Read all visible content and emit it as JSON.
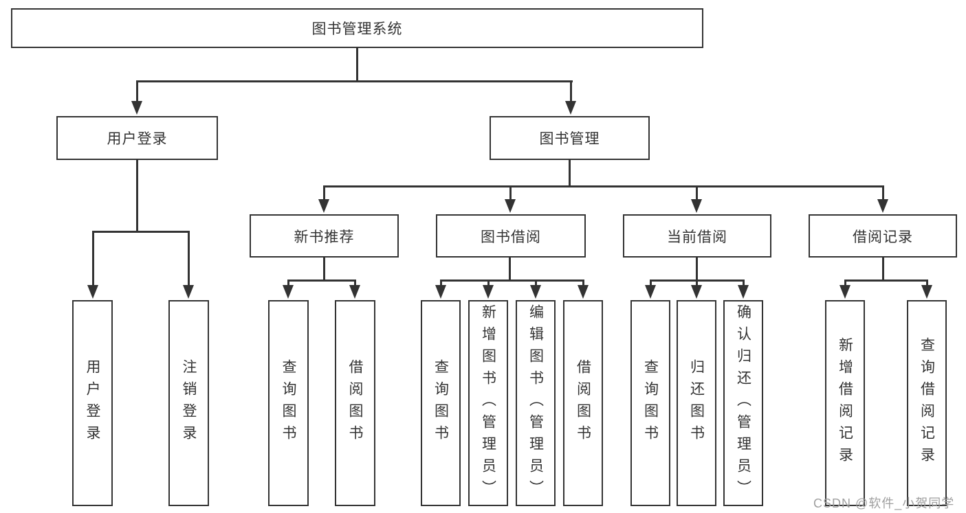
{
  "colors": {
    "line": "#333333",
    "text": "#333333",
    "box_background": "#ffffff",
    "watermark": "#9f9f9f"
  },
  "watermark": {
    "text": "CSDN @软件_小贺同学"
  },
  "diagram": {
    "type": "tree",
    "root": {
      "label": "图书管理系统"
    },
    "branches": {
      "user_login": {
        "label": "用户登录",
        "children": [
          "用户登录",
          "注销登录"
        ]
      },
      "book_mgmt": {
        "label": "图书管理",
        "children": {
          "new_book_rec": {
            "label": "新书推荐",
            "children": [
              "查询图书",
              "借阅图书"
            ]
          },
          "book_borrow": {
            "label": "图书借阅",
            "children": [
              "查询图书",
              "新增图书（管理员）",
              "编辑图书（管理员）",
              "借阅图书"
            ]
          },
          "current_borrow": {
            "label": "当前借阅",
            "children": [
              "查询图书",
              "归还图书",
              "确认归还（管理员）"
            ]
          },
          "borrow_records": {
            "label": "借阅记录",
            "children": [
              "新增借阅记录",
              "查询借阅记录"
            ]
          }
        }
      }
    }
  }
}
